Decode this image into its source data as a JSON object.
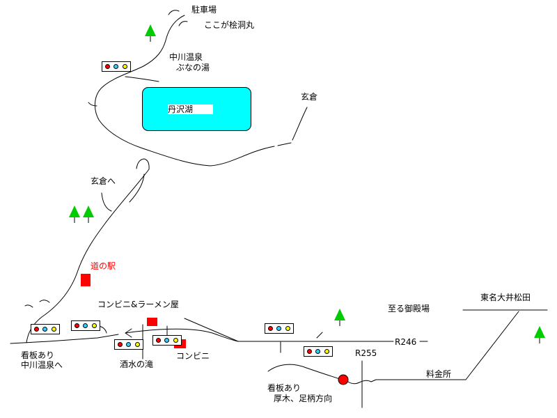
{
  "labels": {
    "parking": "駐車場",
    "hinokiboramaru": "ここが桧洞丸",
    "nakagawa_onsen": "中川温泉",
    "bunanoyu": "ぶなの湯",
    "tanzawa_lake": "丹沢湖",
    "kurokura": "玄倉",
    "to_kurokura": "玄倉へ",
    "michi_no_eki": "道の駅",
    "convenience_ramen": "コンビニ&ラーメン屋",
    "to_gotemba": "至る御殿場",
    "tomei_oimatsuda": "東名大井松田",
    "r246": "R246",
    "r255": "R255",
    "sign_left": "看板あり",
    "to_nakagawa_onsen": "中川温泉へ",
    "shasui_falls": "酒水の滝",
    "convenience": "コンビニ",
    "sign_right": "看板あり",
    "atsugi_ashigara": "厚木、足柄方向",
    "tollgate": "料金所"
  },
  "colors": {
    "lake": "#00FFFF",
    "landmark": "#FF0000",
    "tree": "#00CC00",
    "route": "#FF0000",
    "signal_red": "#FF0000",
    "signal_cyan": "#33CCFF",
    "signal_yellow": "#FFFF00"
  },
  "icons": {
    "traffic_signal": "traffic-signal-icon",
    "tree": "tree-icon",
    "landmark": "red-square-marker",
    "destination": "red-circle-marker"
  }
}
